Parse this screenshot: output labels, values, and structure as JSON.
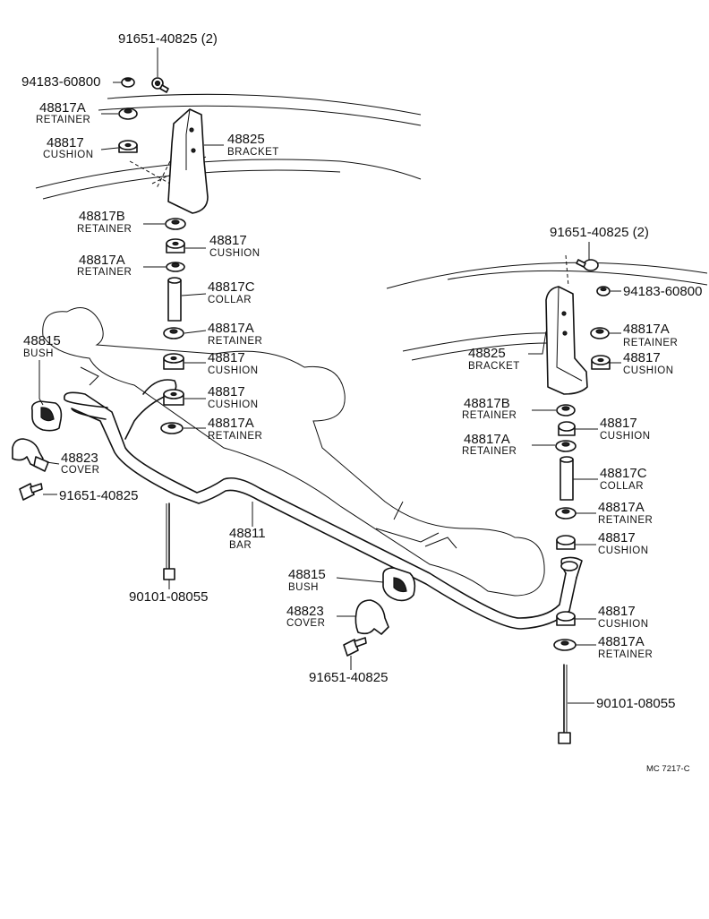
{
  "labels": {
    "bolt_top_left": "91651-40825 (2)",
    "nut_top_left": "94183-60800",
    "retainer_a_top_left_pn": "48817A",
    "retainer_a_top_left_nm": "RETAINER",
    "cushion_top_left_pn": "48817",
    "cushion_top_left_nm": "CUSHION",
    "bracket_left_pn": "48825",
    "bracket_left_nm": "BRACKET",
    "retainer_b_left_pn": "48817B",
    "retainer_b_left_nm": "RETAINER",
    "cushion_left_1_pn": "48817",
    "cushion_left_1_nm": "CUSHION",
    "retainer_a_left_1_pn": "48817A",
    "retainer_a_left_1_nm": "RETAINER",
    "collar_left_pn": "48817C",
    "collar_left_nm": "COLLAR",
    "retainer_a_left_2_pn": "48817A",
    "retainer_a_left_2_nm": "RETAINER",
    "bush_left_pn": "48815",
    "bush_left_nm": "BUSH",
    "cushion_left_2_pn": "48817",
    "cushion_left_2_nm": "CUSHION",
    "cushion_left_3_pn": "48817",
    "cushion_left_3_nm": "CUSHION",
    "retainer_a_left_3_pn": "48817A",
    "retainer_a_left_3_nm": "RETAINER",
    "cover_left_pn": "48823",
    "cover_left_nm": "COVER",
    "bolt_left": "91651-40825",
    "bar_pn": "48811",
    "bar_nm": "BAR",
    "bolt_long_left": "90101-08055",
    "bush_center_pn": "48815",
    "bush_center_nm": "BUSH",
    "cover_center_pn": "48823",
    "cover_center_nm": "COVER",
    "bolt_center": "91651-40825",
    "bolt_top_right": "91651-40825 (2)",
    "nut_right": "94183-60800",
    "retainer_a_right_1_pn": "48817A",
    "retainer_a_right_1_nm": "RETAINER",
    "bracket_right_pn": "48825",
    "bracket_right_nm": "BRACKET",
    "cushion_right_1_pn": "48817",
    "cushion_right_1_nm": "CUSHION",
    "retainer_b_right_pn": "48817B",
    "retainer_b_right_nm": "RETAINER",
    "cushion_right_2_pn": "48817",
    "cushion_right_2_nm": "CUSHION",
    "retainer_a_right_2_pn": "48817A",
    "retainer_a_right_2_nm": "RETAINER",
    "collar_right_pn": "48817C",
    "collar_right_nm": "COLLAR",
    "retainer_a_right_3_pn": "48817A",
    "retainer_a_right_3_nm": "RETAINER",
    "cushion_right_3_pn": "48817",
    "cushion_right_3_nm": "CUSHION",
    "cushion_right_4_pn": "48817",
    "cushion_right_4_nm": "CUSHION",
    "retainer_a_right_4_pn": "48817A",
    "retainer_a_right_4_nm": "RETAINER",
    "bolt_long_right": "90101-08055",
    "drawing_ref": "MC  7217-C"
  }
}
